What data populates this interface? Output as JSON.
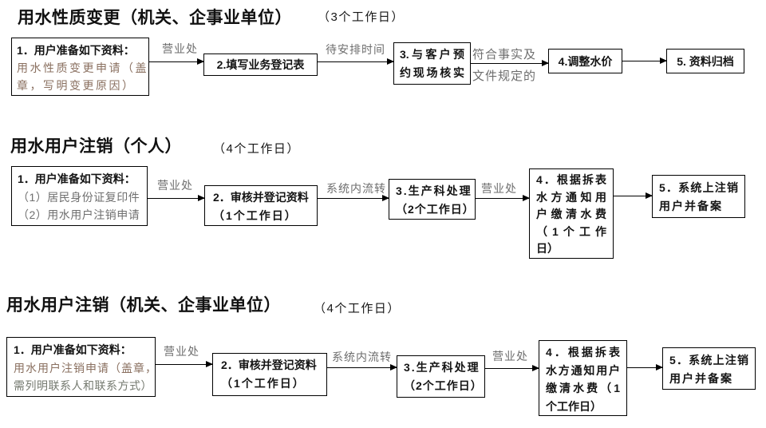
{
  "colors": {
    "line_black": "#000000",
    "box_text_black": "#141414",
    "label_gray": "#6e6e6e",
    "note_warm_gray": "#8a7060",
    "note_cool_gray": "#74796f"
  },
  "rows": [
    {
      "title": "用水性质变更（机关、企事业单位）",
      "duration": "（3个工作日）",
      "arrow_labels": [
        "营业处",
        "待安排时间",
        "符合事实及",
        "文件规定的"
      ],
      "boxes": [
        {
          "lines": [
            "1．用户准备如下资料：",
            "用水性质变更申请（盖",
            "章，写明变更原因）"
          ]
        },
        {
          "lines": [
            "2.填写业务登记表"
          ]
        },
        {
          "lines": [
            "3.与客户预",
            "约现场核实"
          ]
        },
        {
          "lines": [
            "4.调整水价"
          ]
        },
        {
          "lines": [
            "5. 资料归档"
          ]
        }
      ]
    },
    {
      "title": "用水用户注销（个人）",
      "duration": "（4个工作日）",
      "arrow_labels": [
        "营业处",
        "系统内流转",
        "营业处"
      ],
      "boxes": [
        {
          "lines": [
            "1．用户准备如下资料：",
            "（1）居民身份证复印件",
            "（2）用水用户注销申请"
          ]
        },
        {
          "lines": [
            "2．审核并登记资料",
            "（1个工作日）"
          ]
        },
        {
          "lines": [
            "3.生产科处理",
            "（2个工作日）"
          ]
        },
        {
          "lines": [
            "4．根据拆表",
            "水方通知用",
            "户缴清水费",
            "（1个工作",
            "日）"
          ]
        },
        {
          "lines": [
            "5．系统上注销",
            "用户并备案"
          ]
        }
      ]
    },
    {
      "title": "用水用户注销（机关、企事业单位）",
      "duration": "（4个工作日）",
      "arrow_labels": [
        "营业处",
        "系统内流转",
        "营业处"
      ],
      "boxes": [
        {
          "lines": [
            "1．用户准备如下资料：",
            "用水用户注销申请（盖章，",
            "需列明联系人和联系方式）"
          ]
        },
        {
          "lines": [
            "2．审核并登记资料",
            "（1个工作日）"
          ]
        },
        {
          "lines": [
            "3.生产科处理",
            "（2个工作日）"
          ]
        },
        {
          "lines": [
            "4．根据拆表",
            "水方通知用户",
            "缴清水费（1",
            "个工作日）"
          ]
        },
        {
          "lines": [
            "5．系统上注销",
            "用户并备案"
          ]
        }
      ]
    }
  ]
}
